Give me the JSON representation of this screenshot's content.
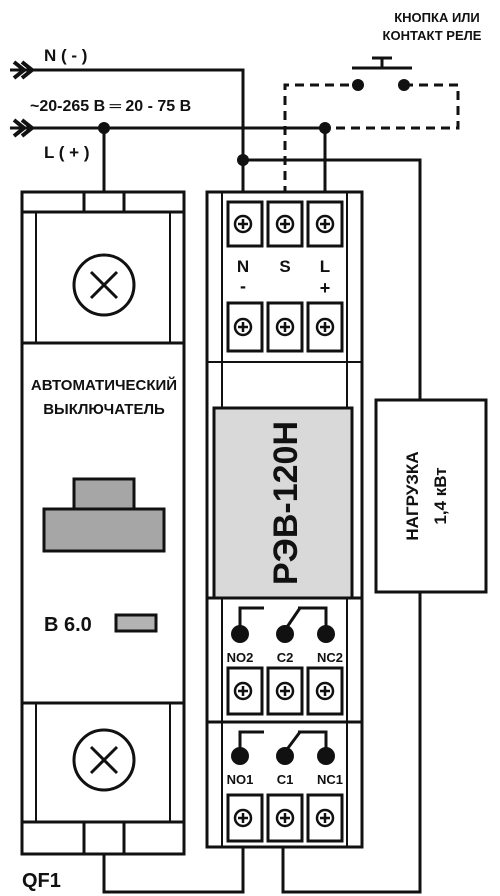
{
  "wiring": {
    "neutral_label": "N ( - )",
    "supply_label": "~20-265 В ═ 20 - 75 В",
    "line_label": "L ( + )",
    "button_label_line1": "КНОПКА ИЛИ",
    "button_label_line2": "КОНТАКТ РЕЛЕ"
  },
  "breaker": {
    "title_line1": "АВТОМАТИЧЕСКИЙ",
    "title_line2": "ВЫКЛЮЧАТЕЛЬ",
    "rating": "В 6.0",
    "designation": "QF1"
  },
  "relay": {
    "model": "РЭВ-120Н",
    "top_terminals": [
      "N",
      "S",
      "L"
    ],
    "top_polarity": [
      "-",
      "",
      "+"
    ],
    "contacts_group2": [
      "NO2",
      "C2",
      "NC2"
    ],
    "contacts_group1": [
      "NO1",
      "C1",
      "NC1"
    ]
  },
  "load": {
    "line1": "НАГРУЗКА",
    "line2": "1,4 кВт"
  },
  "colors": {
    "stroke": "#111111",
    "display_fill": "#d9d9d9",
    "indicator_fill": "#b3b3b3",
    "handle_fill": "#a6a6a6"
  }
}
